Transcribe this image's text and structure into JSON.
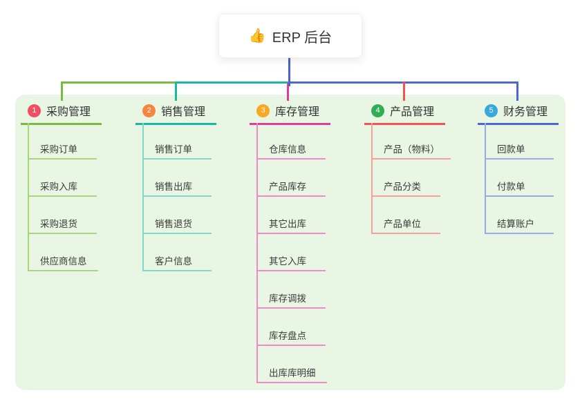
{
  "root": {
    "icon": "👍",
    "title": "ERP 后台",
    "connector_color": "#4a63cf"
  },
  "panel_bg": "#e9f6e3",
  "branches": [
    {
      "key": "purchase-management",
      "num": "1",
      "title": "采购管理",
      "badge_color": "#ee4f65",
      "line_color": "#7cb93c",
      "child_line_color": "#a9d480",
      "children": [
        "采购订单",
        "采购入库",
        "采购退货",
        "供应商信息"
      ]
    },
    {
      "key": "sales-management",
      "num": "2",
      "title": "销售管理",
      "badge_color": "#f58540",
      "line_color": "#18b8a6",
      "child_line_color": "#7fd8ca",
      "children": [
        "销售订单",
        "销售出库",
        "销售退货",
        "客户信息"
      ]
    },
    {
      "key": "inventory-management",
      "num": "3",
      "title": "库存管理",
      "badge_color": "#f9a821",
      "line_color": "#e03a9c",
      "child_line_color": "#f08ac6",
      "children": [
        "仓库信息",
        "产品库存",
        "其它出库",
        "其它入库",
        "库存调拨",
        "库存盘点",
        "出库库明细"
      ]
    },
    {
      "key": "product-management",
      "num": "4",
      "title": "产品管理",
      "badge_color": "#2fae55",
      "line_color": "#f25352",
      "child_line_color": "#f7a19b",
      "children": [
        "产品（物料）",
        "产品分类",
        "产品单位"
      ]
    },
    {
      "key": "finance-management",
      "num": "5",
      "title": "财务管理",
      "badge_color": "#38a7dd",
      "line_color": "#4a68cf",
      "child_line_color": "#97abe4",
      "children": [
        "回款单",
        "付款单",
        "结算账户"
      ]
    }
  ]
}
